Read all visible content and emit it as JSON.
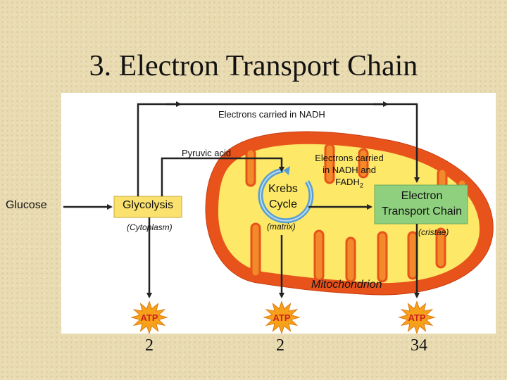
{
  "title": "3. Electron Transport Chain",
  "labels": {
    "nadh_top": "Electrons carried in NADH",
    "pyruvic_acid": "Pyruvic acid",
    "electrons_carried_line1": "Electrons carried",
    "electrons_carried_line2": "in NADH and",
    "fadh": "FADH",
    "fadh_sub": "2",
    "glucose": "Glucose",
    "glycolysis": "Glycolysis",
    "cytoplasm": "(Cytoplasm)",
    "krebs_line1": "Krebs",
    "krebs_line2": "Cycle",
    "matrix": "(matrix)",
    "etc_line1": "Electron",
    "etc_line2": "Transport Chain",
    "cristae": "(cristae)",
    "mitochondrion": "Mitochondrion"
  },
  "atp": [
    {
      "label": "ATP",
      "count": "2"
    },
    {
      "label": "ATP",
      "count": "2"
    },
    {
      "label": "ATP",
      "count": "34"
    }
  ],
  "colors": {
    "outer_membrane": "#e8531b",
    "matrix": "#fde867",
    "glycolysis_box": "#fbe26e",
    "etc_box": "#8fd07f",
    "krebs_ring": "#5a9fd1",
    "atp_star": "#f7a11a",
    "atp_text": "#cc1f1f"
  }
}
